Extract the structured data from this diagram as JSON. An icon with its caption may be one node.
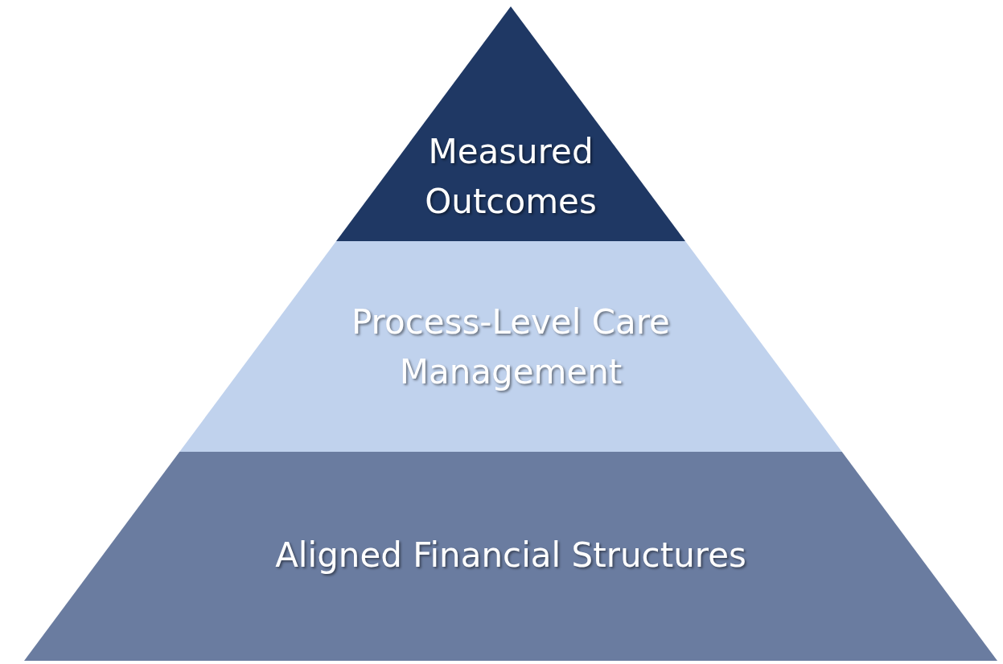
{
  "diagram": {
    "nodes": [
      {
        "text": [
          "Measured Outcomes"
        ]
      },
      {
        "text": [
          "Process-Level Care Management"
        ]
      },
      {
        "text": [
          "Aligned Financial Structures"
        ]
      }
    ]
  }
}
